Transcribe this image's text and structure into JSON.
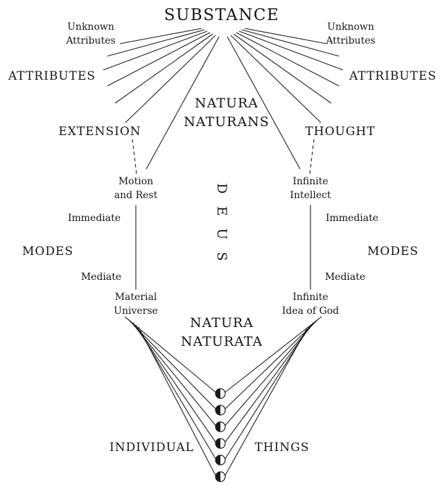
{
  "colors": {
    "ink": "#1a1a1a",
    "background": "#ffffff"
  },
  "diagram": {
    "substance": "SUBSTANCE",
    "natura_naturans_line1": "NATURA",
    "natura_naturans_line2": "NATURANS",
    "deus": "DEUS",
    "natura_naturata_line1": "NATURA",
    "natura_naturata_line2": "NATURATA",
    "left": {
      "unknown_line1": "Unknown",
      "unknown_line2": "Attributes",
      "attributes": "ATTRIBUTES",
      "attribute": "EXTENSION",
      "immediate_mode_line1": "Motion",
      "immediate_mode_line2": "and Rest",
      "immediate": "Immediate",
      "modes": "MODES",
      "mediate": "Mediate",
      "mediate_mode_line1": "Material",
      "mediate_mode_line2": "Universe"
    },
    "right": {
      "unknown_line1": "Unknown",
      "unknown_line2": "Attributes",
      "attributes": "ATTRIBUTES",
      "attribute": "THOUGHT",
      "immediate_mode_line1": "Infinite",
      "immediate_mode_line2": "Intellect",
      "immediate": "Immediate",
      "modes": "MODES",
      "mediate": "Mediate",
      "mediate_mode_line1": "Infinite",
      "mediate_mode_line2": "Idea of God"
    },
    "individual": "INDIVIDUAL",
    "things": "THINGS"
  }
}
